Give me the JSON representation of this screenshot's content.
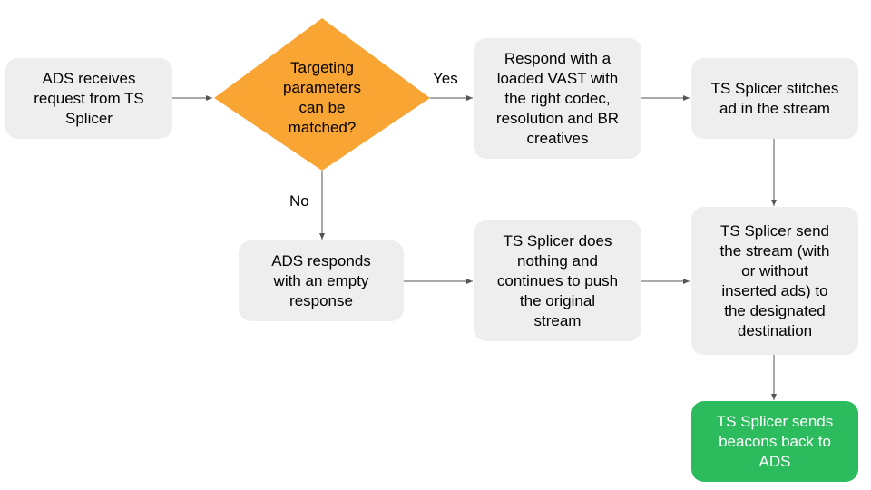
{
  "nodes": {
    "ads_receives": "ADS receives\nrequest from TS\nSplicer",
    "decision": "Targeting\nparameters\ncan be\nmatched?",
    "respond_vast": "Respond with a\nloaded VAST with\nthe right codec,\nresolution and BR\ncreatives",
    "stitches": "TS Splicer stitches\nad in the stream",
    "empty_response": "ADS responds\nwith an empty\nresponse",
    "does_nothing": "TS Splicer does\nnothing and\ncontinues to push\nthe original\nstream",
    "send_stream": "TS Splicer send\nthe stream (with\nor without\ninserted ads) to\nthe designated\ndestination",
    "beacons": "TS Splicer sends\nbeacons back to\nADS"
  },
  "edge_labels": {
    "yes": "Yes",
    "no": "No"
  },
  "colors": {
    "box_fill": "#eeeeee",
    "decision_fill": "#f8a534",
    "final_fill": "#2cbb5d",
    "arrow": "#555555"
  }
}
